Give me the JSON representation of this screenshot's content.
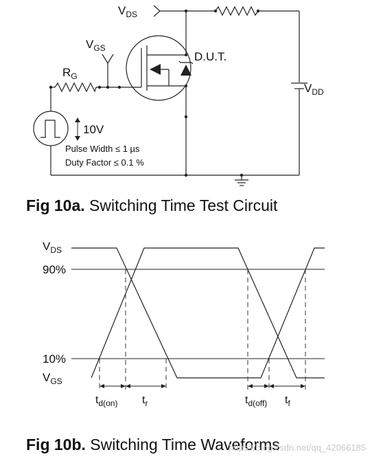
{
  "circuit": {
    "vds": {
      "main": "V",
      "sub": "DS"
    },
    "vgs": {
      "main": "V",
      "sub": "GS"
    },
    "rg": {
      "main": "R",
      "sub": "G"
    },
    "vdd": {
      "main": "V",
      "sub": "DD"
    },
    "dut": "D.U.T.",
    "pulse_amplitude": "10V",
    "pulse_width": "Pulse Width ≤ 1 µs",
    "duty_factor": "Duty Factor ≤ 0.1 %"
  },
  "caption_a": {
    "number": "Fig 10a.",
    "title": "Switching Time Test Circuit"
  },
  "waveforms": {
    "vds": {
      "main": "V",
      "sub": "DS"
    },
    "vgs": {
      "main": "V",
      "sub": "GS"
    },
    "level_90": "90%",
    "level_10": "10%",
    "td_on": {
      "main": "t",
      "sub": "d(on)"
    },
    "tr": {
      "main": "t",
      "sub": "r"
    },
    "td_off": {
      "main": "t",
      "sub": "d(off)"
    },
    "tf": {
      "main": "t",
      "sub": "f"
    }
  },
  "caption_b": {
    "number": "Fig 10b.",
    "title": "Switching Time Waveforms"
  },
  "watermark": "https://blog.csdn.net/qq_42066185"
}
